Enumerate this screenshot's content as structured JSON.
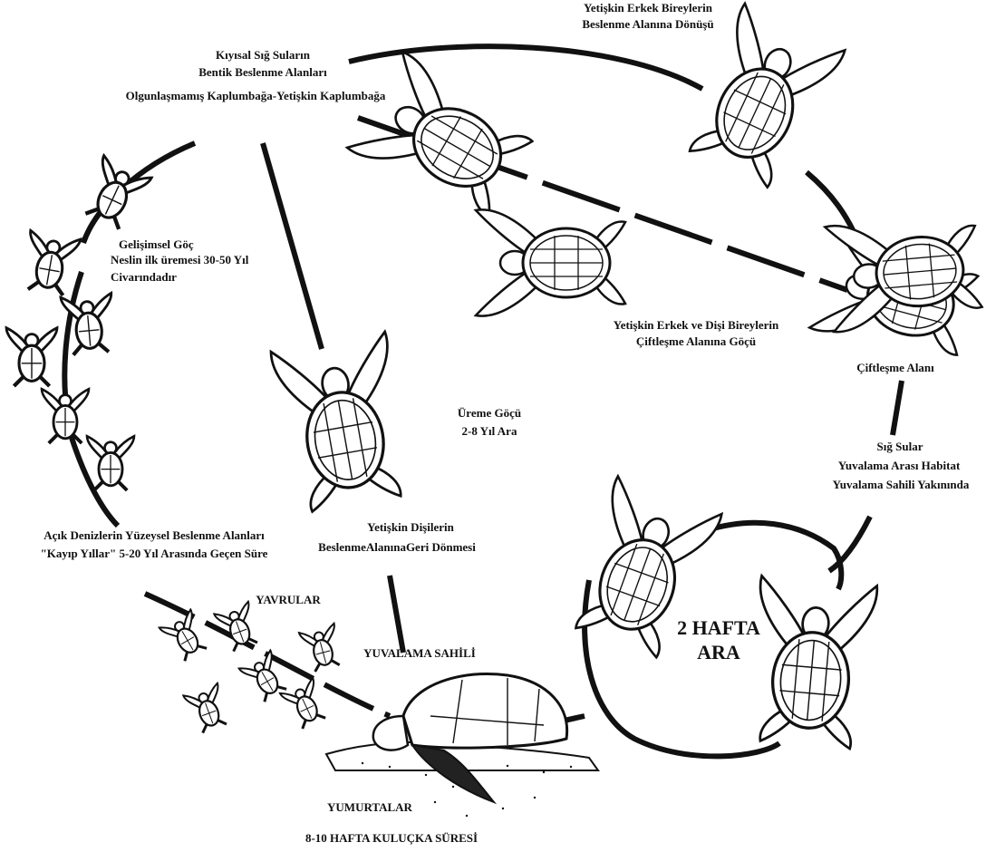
{
  "labels": {
    "feeding_return_1": "Yetişkin Erkek Bireylerin",
    "feeding_return_2": "Beslenme Alanına Dönüşü",
    "benthic_1": "Kıyısal Sığ Suların",
    "benthic_2": "Bentik Beslenme Alanları",
    "benthic_3": "Olgunlaşmamış Kaplumbağa-Yetişkin Kaplumbağa",
    "dev_migration_1": "Gelişimsel Göç",
    "dev_migration_2": "Neslin ilk üremesi 30-50 Yıl",
    "dev_migration_3": "Civarındadır",
    "mating_migration_1": "Yetişkin Erkek ve Dişi Bireylerin",
    "mating_migration_2": "Çiftleşme Alanına Göçü",
    "mating_area": "Çiftleşme Alanı",
    "breeding_migration_1": "Üreme Göçü",
    "breeding_migration_2": "2-8 Yıl Ara",
    "shallow_1": "Sığ Sular",
    "shallow_2": "Yuvalama Arası Habitat",
    "shallow_3": "Yuvalama Sahili Yakınında",
    "open_sea_1": "Açık Denizlerin Yüzeysel Beslenme Alanları",
    "open_sea_2": "\"Kayıp Yıllar\" 5-20 Yıl Arasında Geçen Süre",
    "female_return_1": "Yetişkin Dişilerin",
    "female_return_2": "BeslenmeAlanınaGeri  Dönmesi",
    "hatchlings": "YAVRULAR",
    "nesting_beach": "YUVALAMA SAHİLİ",
    "interval_1": "2 HAFTA",
    "interval_2": "ARA",
    "eggs": "YUMURTALAR",
    "incubation": "8-10 HAFTA KULUÇKA SÜRESİ"
  },
  "icons": {
    "adult_turtle": "sea-turtle-icon",
    "hatchling": "hatchling-turtle-icon",
    "mating_pair": "mating-turtles-icon",
    "nesting_female": "nesting-turtle-icon"
  },
  "colors": {
    "ink": "#111111",
    "paper": "#ffffff"
  }
}
